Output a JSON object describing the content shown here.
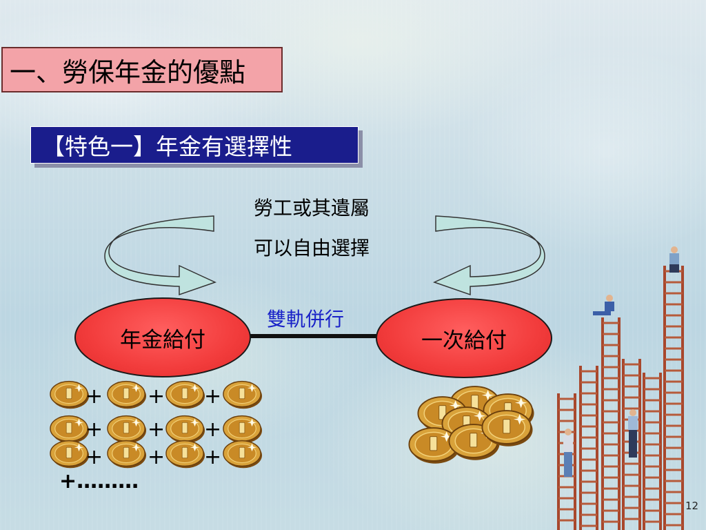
{
  "slide": {
    "title": "一、勞保年金的優點",
    "subtitle": "【特色一】年金有選擇性",
    "center_line_1": "勞工或其遺屬",
    "center_line_2": "可以自由選擇",
    "connector_label": "雙軌併行",
    "left_option": "年金給付",
    "right_option": "一次給付",
    "continuation": "+………",
    "page_number": "12"
  },
  "colors": {
    "title_bg": "#f3a3a8",
    "subtitle_bg": "#1a1d8c",
    "ellipse_red": "#f23c3c",
    "connector_label": "#1a23c8",
    "arrow_fill": "#bfe3df",
    "coin_gold": "#d9a23a"
  },
  "icons": [
    "curved-arrow-icon",
    "coin-icon",
    "ladder-illustration"
  ]
}
